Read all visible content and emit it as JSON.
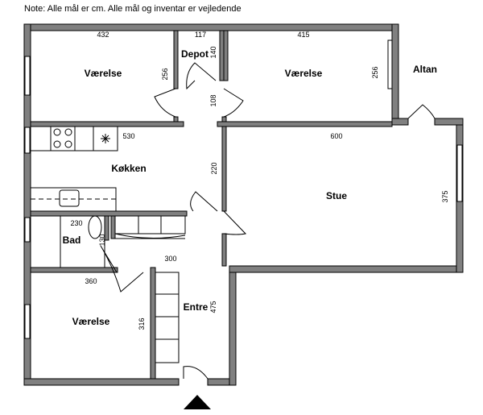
{
  "note": "Note: Alle mål er cm. Alle mål og inventar er vejledende",
  "rooms": {
    "vaerelse1": "Værelse",
    "depot": "Depot",
    "vaerelse2": "Værelse",
    "altan": "Altan",
    "kokken": "Køkken",
    "stue": "Stue",
    "bad": "Bad",
    "vaerelse3": "Værelse",
    "entre": "Entre"
  },
  "dimensions": {
    "v1_width": "432",
    "v1_height": "256",
    "depot_width": "117",
    "depot_height": "140",
    "v2_width": "415",
    "v2_height": "256",
    "corridor": "108",
    "kokken_width": "530",
    "kokken_height": "220",
    "stue_width": "600",
    "stue_height": "375",
    "bad_width": "230",
    "bad_height": "130",
    "entre_width": "300",
    "entre_height": "475",
    "v3_width": "360",
    "v3_height": "316"
  }
}
